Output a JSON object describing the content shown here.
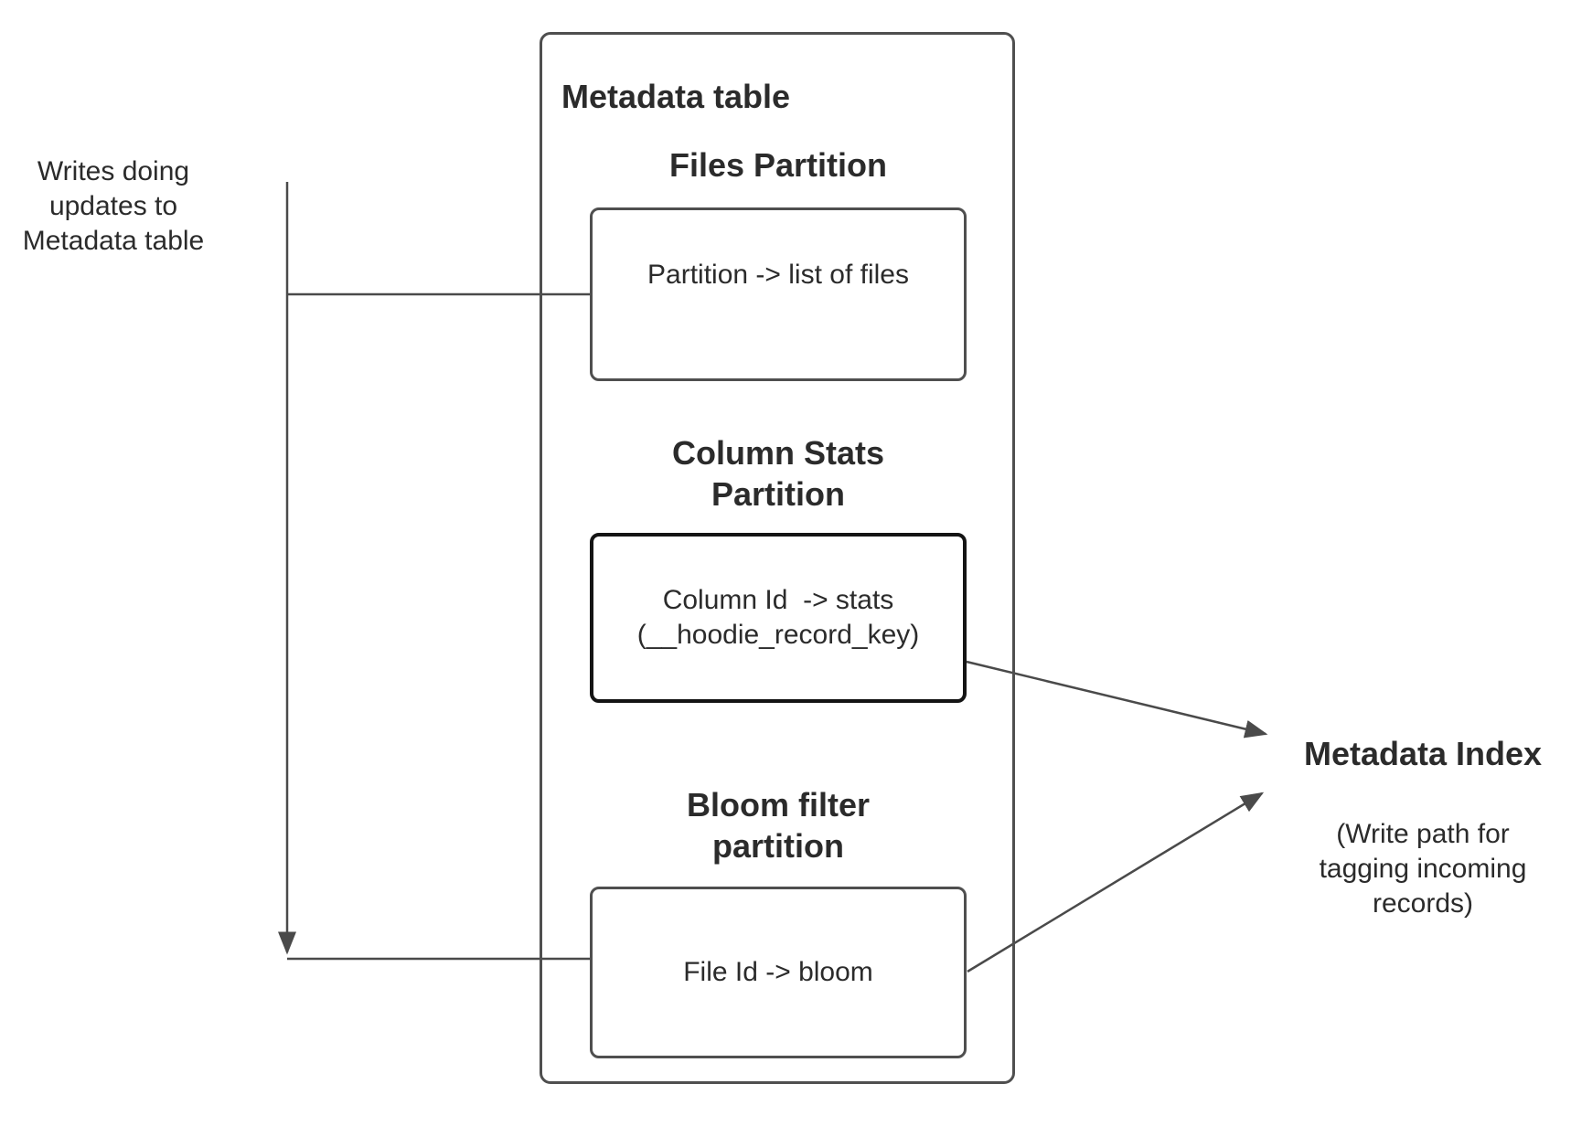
{
  "writes_note": {
    "text": "Writes doing\nupdates to\nMetadata table"
  },
  "metadata_table": {
    "title": "Metadata table",
    "sections": [
      {
        "heading": "Files Partition",
        "label": "Partition -> list of files"
      },
      {
        "heading": "Column Stats\nPartition",
        "label": "Column Id  -> stats\n(__hoodie_record_key)"
      },
      {
        "heading": "Bloom filter\npartition",
        "label": "File Id -> bloom"
      }
    ]
  },
  "metadata_index": {
    "title": "Metadata Index",
    "note": "(Write path for\ntagging incoming\nrecords)"
  },
  "colors": {
    "text": "#2b2b2b",
    "box_border": "#4f4f4f",
    "emphasis_border": "#141414",
    "arrow": "#4a4a4a",
    "background": "#ffffff"
  }
}
